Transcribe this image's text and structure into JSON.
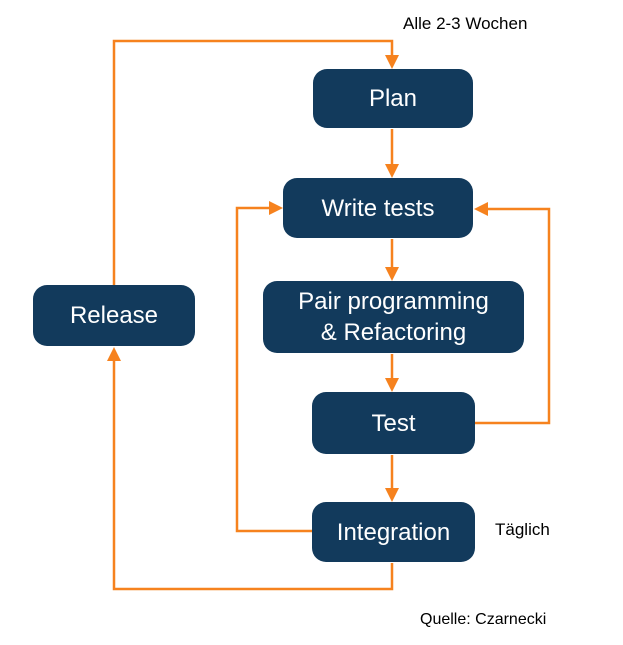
{
  "diagram_type": "flowchart",
  "colors": {
    "box_fill": "#123A5C",
    "box_text": "#FFFFFF",
    "arrow": "#F6821E",
    "annotation_text": "#000000",
    "background": "#FFFFFF"
  },
  "boxes": {
    "plan": {
      "label": "Plan"
    },
    "write_tests": {
      "label": "Write tests"
    },
    "pair": {
      "lines": [
        "Pair programming",
        "& Refactoring"
      ]
    },
    "test": {
      "label": "Test"
    },
    "integration": {
      "label": "Integration"
    },
    "release": {
      "label": "Release"
    }
  },
  "annotations": {
    "cycle_top": "Alle 2-3 Wochen",
    "daily": "Täglich",
    "source": "Quelle: Czarnecki"
  },
  "edges": [
    {
      "from": "plan",
      "to": "write_tests"
    },
    {
      "from": "write_tests",
      "to": "pair"
    },
    {
      "from": "pair",
      "to": "test"
    },
    {
      "from": "test",
      "to": "integration"
    },
    {
      "from": "test",
      "to": "write_tests",
      "kind": "feedback-right"
    },
    {
      "from": "integration",
      "to": "write_tests",
      "kind": "feedback-left"
    },
    {
      "from": "integration",
      "to": "release",
      "kind": "bottom-loop"
    },
    {
      "from": "release",
      "to": "plan",
      "kind": "top-loop"
    }
  ]
}
